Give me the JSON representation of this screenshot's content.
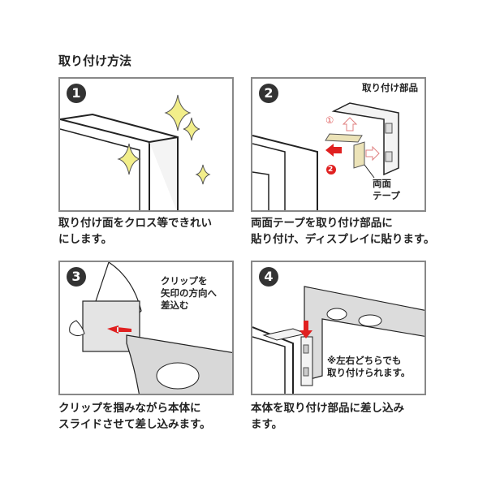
{
  "title": "取り付け方法",
  "steps": [
    {
      "number": "1",
      "caption": [
        "取り付け面をクロス等できれい",
        "にします。"
      ]
    },
    {
      "number": "2",
      "caption": [
        "両面テープを取り付け部品に",
        "貼り付け、ディスプレイに貼ります。"
      ],
      "labels": {
        "part": "取り付け部品",
        "tape": [
          "両面",
          "テープ"
        ],
        "step_a": "①",
        "step_b": "2"
      }
    },
    {
      "number": "3",
      "caption": [
        "クリップを掴みながら本体に",
        "スライドさせて差し込みます。"
      ],
      "labels": {
        "note": [
          "クリップを",
          "矢印の方向へ",
          "差込む"
        ]
      }
    },
    {
      "number": "4",
      "caption": [
        "本体を取り付け部品に差し込み",
        "ます。"
      ],
      "labels": {
        "note": [
          "※左右どちらでも",
          "取り付けられます。"
        ]
      }
    }
  ],
  "colors": {
    "accent_red": "#e02020",
    "tape": "#ece3b8",
    "sparkle": "#f2ee8a",
    "border": "#888888"
  }
}
